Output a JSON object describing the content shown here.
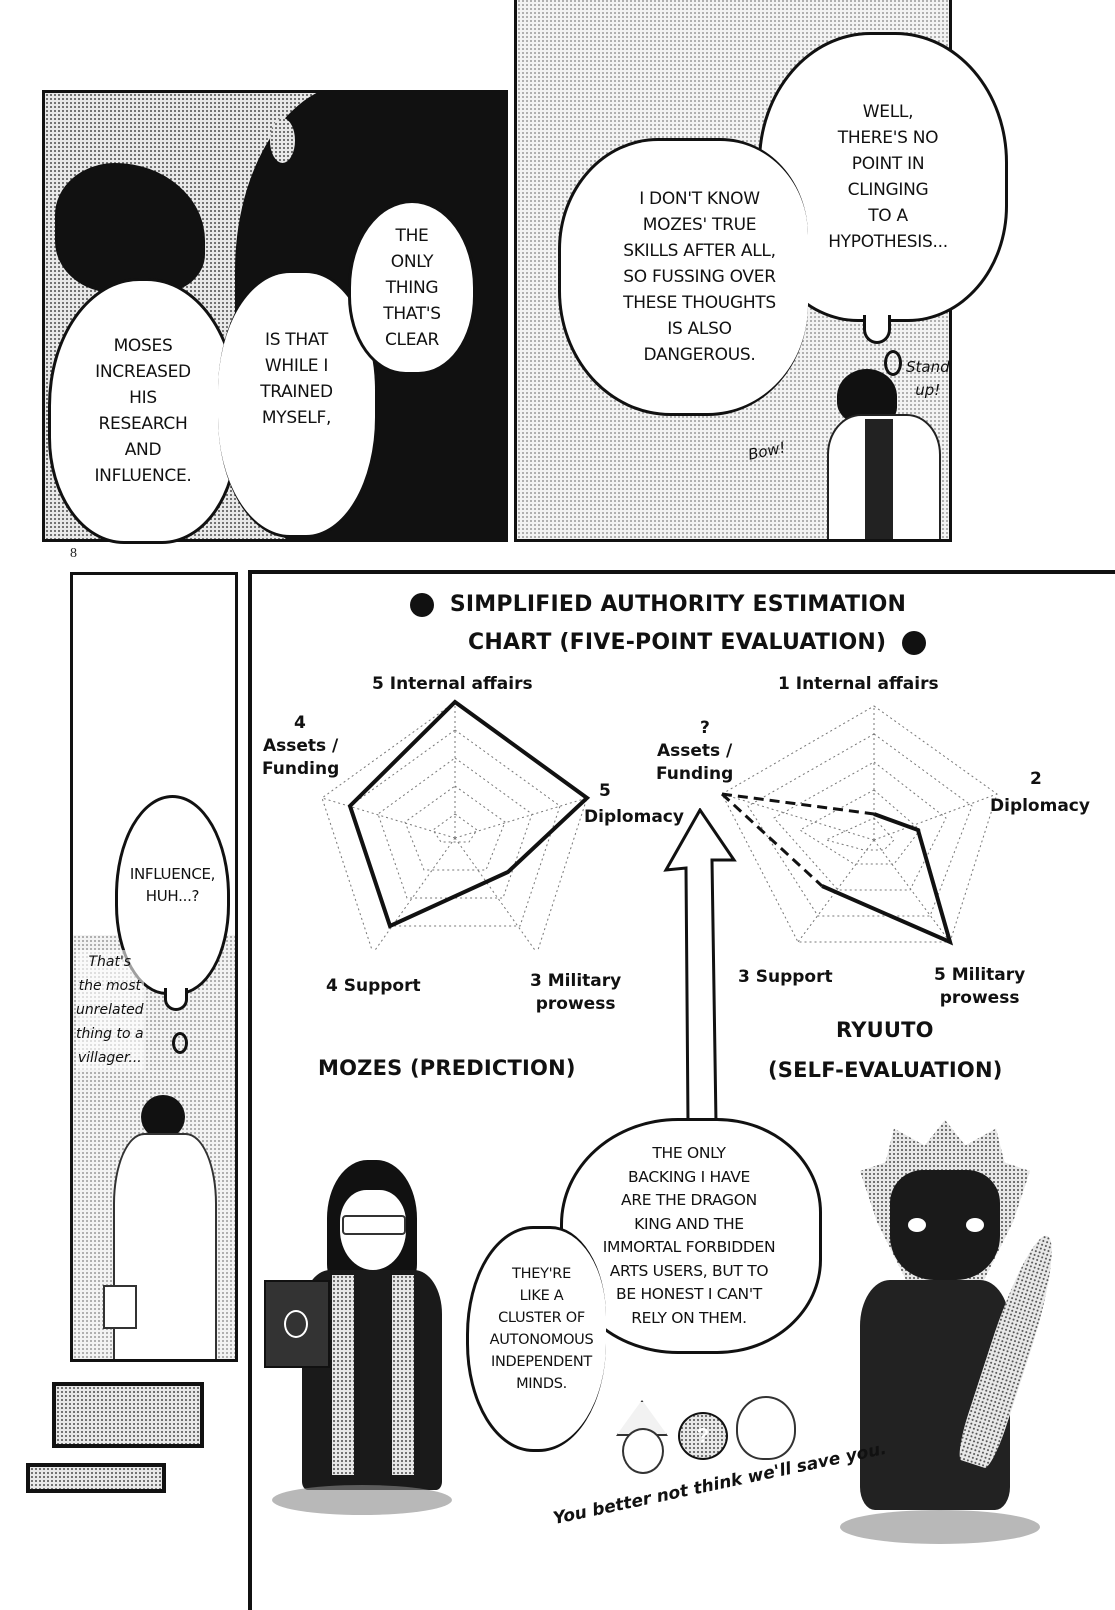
{
  "page": {
    "number": "8"
  },
  "panel1": {
    "bubbles": [
      {
        "text": "MOSES\nINCREASED\nHIS\nRESEARCH\nAND\nINFLUENCE."
      },
      {
        "text": "IS THAT\nWHILE I\nTRAINED\nMYSELF,"
      },
      {
        "text": "THE\nONLY\nTHING\nTHAT'S\nCLEAR"
      }
    ]
  },
  "panel2": {
    "bubbles": [
      {
        "text": "WELL,\nTHERE'S NO\nPOINT IN\nCLINGING\nTO A\nHYPOTHESIS..."
      },
      {
        "text": "I DON'T KNOW\nMOZES' TRUE\nSKILLS AFTER ALL,\nSO FUSSING OVER\nTHESE THOUGHTS\nIS ALSO\nDANGEROUS."
      }
    ],
    "sfx": [
      {
        "text": "Stand\nup!"
      },
      {
        "text": "Bow!"
      }
    ]
  },
  "panel3": {
    "bubble": {
      "text": "INFLUENCE,\nHUH...?"
    },
    "aside": {
      "text": "That's\nthe most\nunrelated\nthing to a\nvillager..."
    }
  },
  "panel4": {
    "title_line1": "SIMPLIFIED AUTHORITY ESTIMATION",
    "title_line2": "CHART (FIVE-POINT EVALUATION)",
    "mozes": {
      "caption": "MOZES (PREDICTION)",
      "labels": {
        "internal": "5 Internal affairs",
        "diplomacy_value": "5",
        "diplomacy": "Diplomacy",
        "military": "3 Military\nprowess",
        "support": "4 Support",
        "assets_value": "4",
        "assets": "Assets /\nFunding"
      }
    },
    "ryuuto": {
      "caption_line1": "RYUUTO",
      "caption_line2": "(SELF-EVALUATION)",
      "labels": {
        "internal": "1 Internal affairs",
        "diplomacy_value": "2",
        "diplomacy": "Diplomacy",
        "military": "5 Military\nprowess",
        "support": "3 Support",
        "assets_value": "?",
        "assets": "Assets /\nFunding"
      }
    },
    "bubbles": [
      {
        "text": "THE ONLY\nBACKING I HAVE\nARE THE DRAGON\nKING AND THE\nIMMORTAL FORBIDDEN\nARTS USERS, BUT TO\nBE HONEST I CAN'T\nRELY ON THEM."
      },
      {
        "text": "THEY'RE\nLIKE A\nCLUSTER OF\nAUTONOMOUS\nINDEPENDENT\nMINDS."
      }
    ],
    "sfx": {
      "text": "You better not think we'll save you."
    }
  },
  "chart_data": [
    {
      "type": "radar",
      "title": "SIMPLIFIED AUTHORITY ESTIMATION CHART (FIVE-POINT EVALUATION)",
      "name": "MOZES (PREDICTION)",
      "categories": [
        "Internal affairs",
        "Diplomacy",
        "Military prowess",
        "Support",
        "Assets / Funding"
      ],
      "values": [
        5,
        5,
        3,
        4,
        4
      ],
      "range": [
        0,
        5
      ],
      "grid_levels": 5
    },
    {
      "type": "radar",
      "title": "SIMPLIFIED AUTHORITY ESTIMATION CHART (FIVE-POINT EVALUATION)",
      "name": "RYUUTO (SELF-EVALUATION)",
      "categories": [
        "Internal affairs",
        "Diplomacy",
        "Military prowess",
        "Support",
        "Assets / Funding"
      ],
      "values": [
        1,
        2,
        5,
        3,
        null
      ],
      "assets_label": "?",
      "assets_drawn_at_max_dashed": true,
      "range": [
        0,
        5
      ],
      "grid_levels": 5
    }
  ]
}
